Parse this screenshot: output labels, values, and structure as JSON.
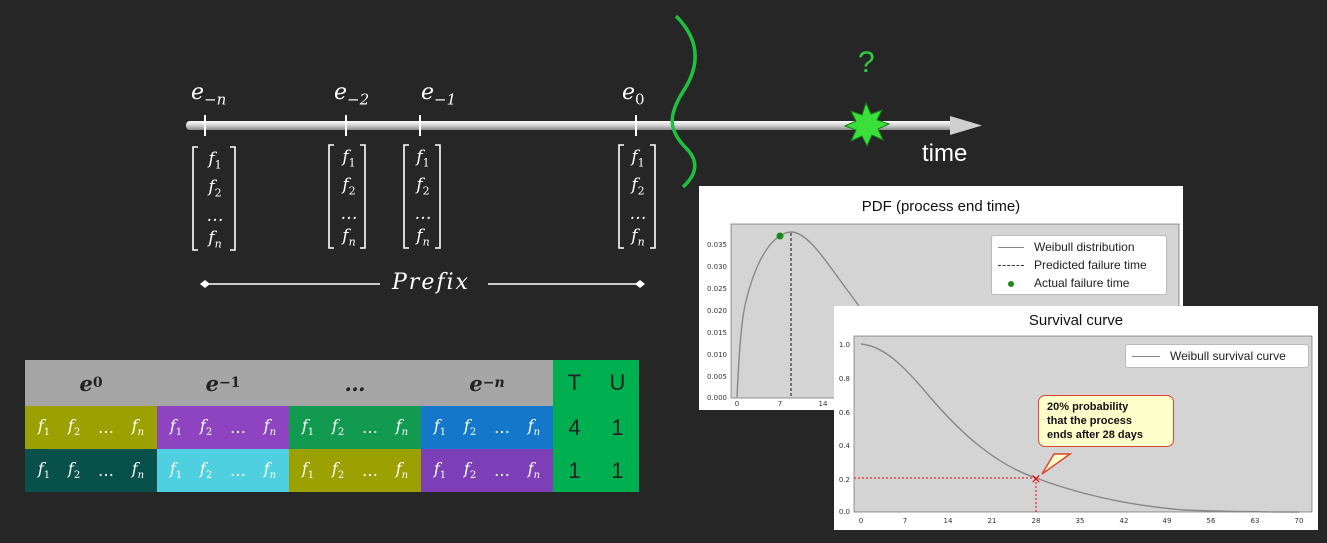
{
  "timeline": {
    "events": [
      "e_{-n}",
      "e_{-2}",
      "e_{-1}",
      "e_0"
    ],
    "event_labels": {
      "e_minus_n": "e",
      "e_minus_n_sub": "−n",
      "e_minus_2": "e",
      "e_minus_2_sub": "−2",
      "e_minus_1": "e",
      "e_minus_1_sub": "−1",
      "e_0": "e",
      "e_0_sub": "0"
    },
    "vector": {
      "f1": "f",
      "f1_sub": "1",
      "f2": "f",
      "f2_sub": "2",
      "dots": "…",
      "fn": "f",
      "fn_sub": "n"
    },
    "prefix_label": "Prefix",
    "time_label": "time",
    "question": "?"
  },
  "table": {
    "headers": {
      "e0": "e",
      "e0_sub": "0",
      "e1": "e",
      "e1_sub": "−1",
      "dots": "…",
      "en": "e",
      "en_sub": "−n",
      "T": "T",
      "U": "U"
    },
    "rows": [
      {
        "T": "4",
        "U": "1",
        "colors": [
          "#9aa100",
          "#8e44c0",
          "#129a50",
          "#1477c9"
        ]
      },
      {
        "T": "1",
        "U": "1",
        "colors": [
          "#08504a",
          "#4fd0e0",
          "#9aa100",
          "#7d3fb8"
        ]
      }
    ],
    "tu_color": "#00b050"
  },
  "pdf_chart": {
    "title": "PDF (process end time)",
    "legend": [
      "Weibull distribution",
      "Predicted failure time",
      "Actual failure time"
    ],
    "y_ticks": [
      "0.035",
      "0.030",
      "0.025",
      "0.020",
      "0.015",
      "0.010",
      "0.005",
      "0.000"
    ],
    "x_ticks": [
      "0",
      "7",
      "14"
    ]
  },
  "survival_chart": {
    "title": "Survival curve",
    "legend": [
      "Weibull survival curve"
    ],
    "y_ticks": [
      "1.0",
      "0.8",
      "0.6",
      "0.4",
      "0.2",
      "0.0"
    ],
    "x_ticks": [
      "0",
      "7",
      "14",
      "21",
      "28",
      "35",
      "42",
      "49",
      "56",
      "63",
      "70"
    ],
    "callout": [
      "20% probability",
      "that the process",
      "ends after 28 days"
    ],
    "marker": "×"
  }
}
